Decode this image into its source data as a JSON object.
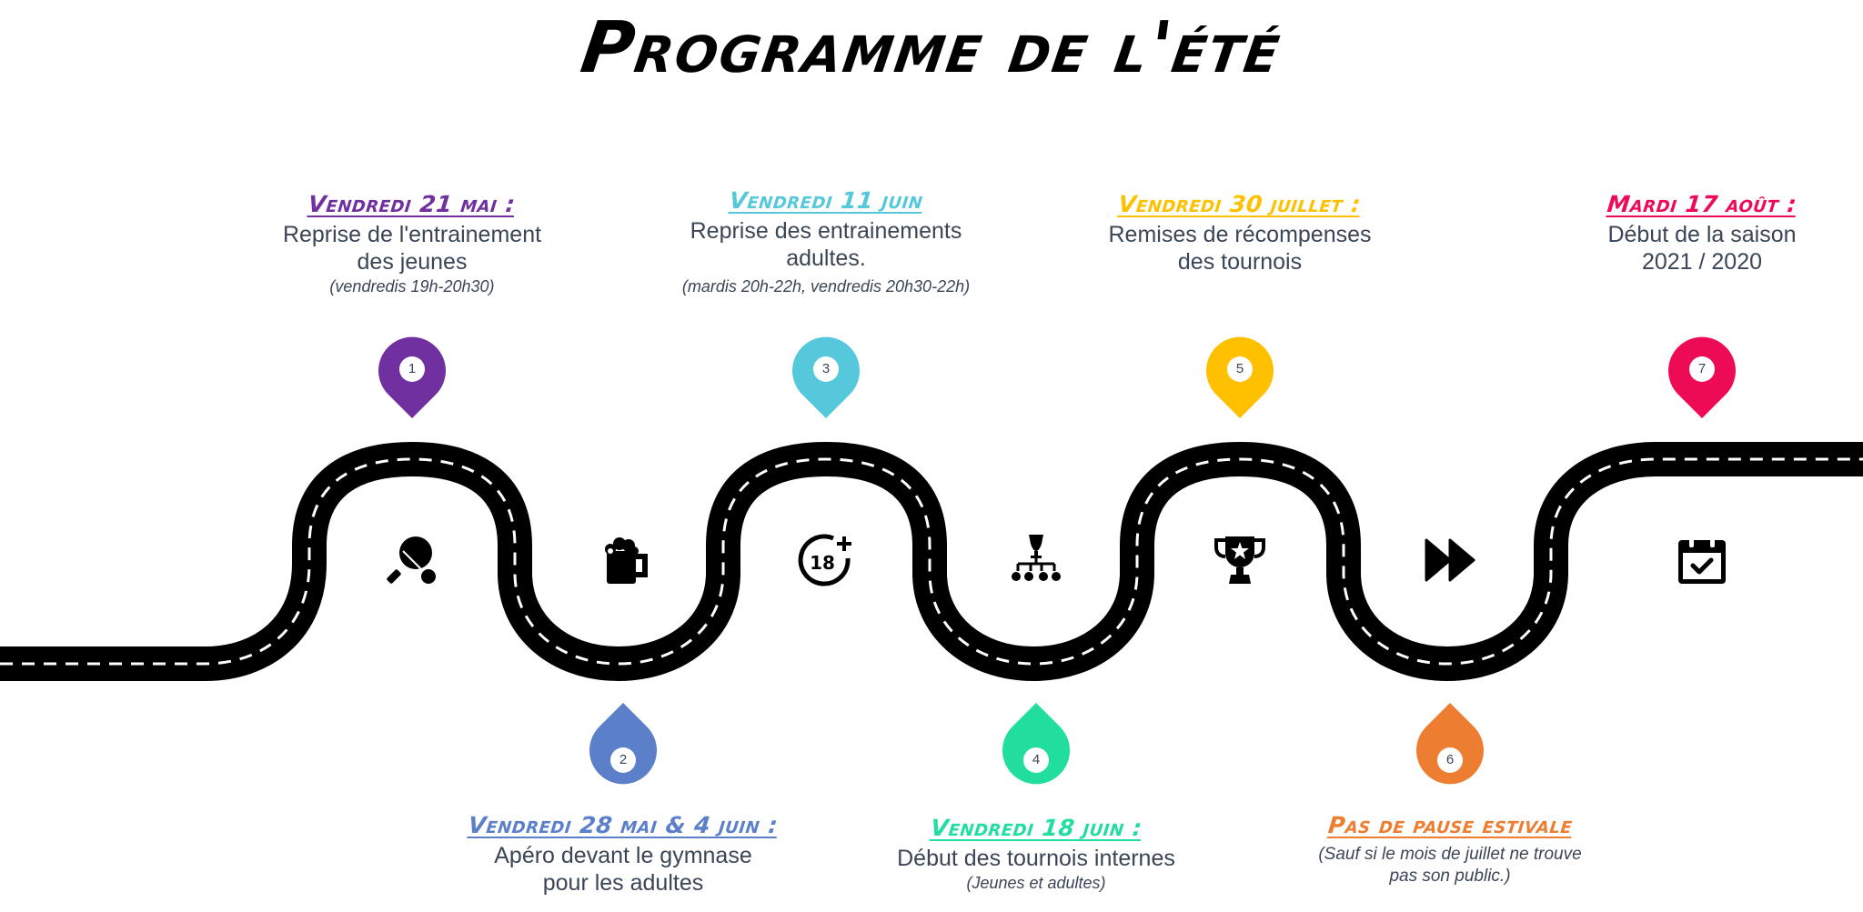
{
  "title": "Programme de l'été",
  "colors": {
    "road": "#000000",
    "road_dash": "#ffffff",
    "text": "#3a4556",
    "purple": "#7030a0",
    "blue": "#5b7fc9",
    "cyan": "#56c8dc",
    "green": "#21de9e",
    "yellow": "#ffc000",
    "orange": "#ed7d31",
    "pink": "#ee0b56"
  },
  "events": [
    {
      "number": "1",
      "date": "Vendredi 21 mai :",
      "desc_line1": "Reprise de l'entrainement",
      "desc_line2": "des jeunes",
      "note": "(vendredis 19h-20h30)",
      "icon": "ping-pong-icon",
      "position": "top"
    },
    {
      "number": "2",
      "date": "Vendredi 28 mai & 4 juin :",
      "desc_line1": "Apéro devant le gymnase",
      "desc_line2": "pour les adultes",
      "icon": "beer-mug-icon",
      "position": "bottom"
    },
    {
      "number": "3",
      "date": "Vendredi 11 juin",
      "desc_line1": "Reprise des entrainements",
      "desc_line2": "adultes.",
      "note": "(mardis 20h-22h, vendredis 20h30-22h)",
      "icon": "eighteen-plus-icon",
      "position": "top"
    },
    {
      "number": "4",
      "date": "Vendredi 18 juin :",
      "desc_line1": "Début des tournois internes",
      "note": "(Jeunes et adultes)",
      "icon": "tournament-bracket-icon",
      "position": "bottom"
    },
    {
      "number": "5",
      "date": "Vendredi 30 juillet :",
      "desc_line1": "Remises de récompenses",
      "desc_line2": "des tournois",
      "icon": "trophy-icon",
      "position": "top"
    },
    {
      "number": "6",
      "date": "Pas de pause estivale",
      "note_line1": "(Sauf si le mois de juillet ne trouve",
      "note_line2": "pas son public.)",
      "icon": "fast-forward-icon",
      "position": "bottom"
    },
    {
      "number": "7",
      "date": "Mardi 17 août :",
      "desc_line1": "Début de la saison",
      "desc_line2": "2021 / 2020",
      "icon": "calendar-check-icon",
      "position": "top"
    }
  ]
}
